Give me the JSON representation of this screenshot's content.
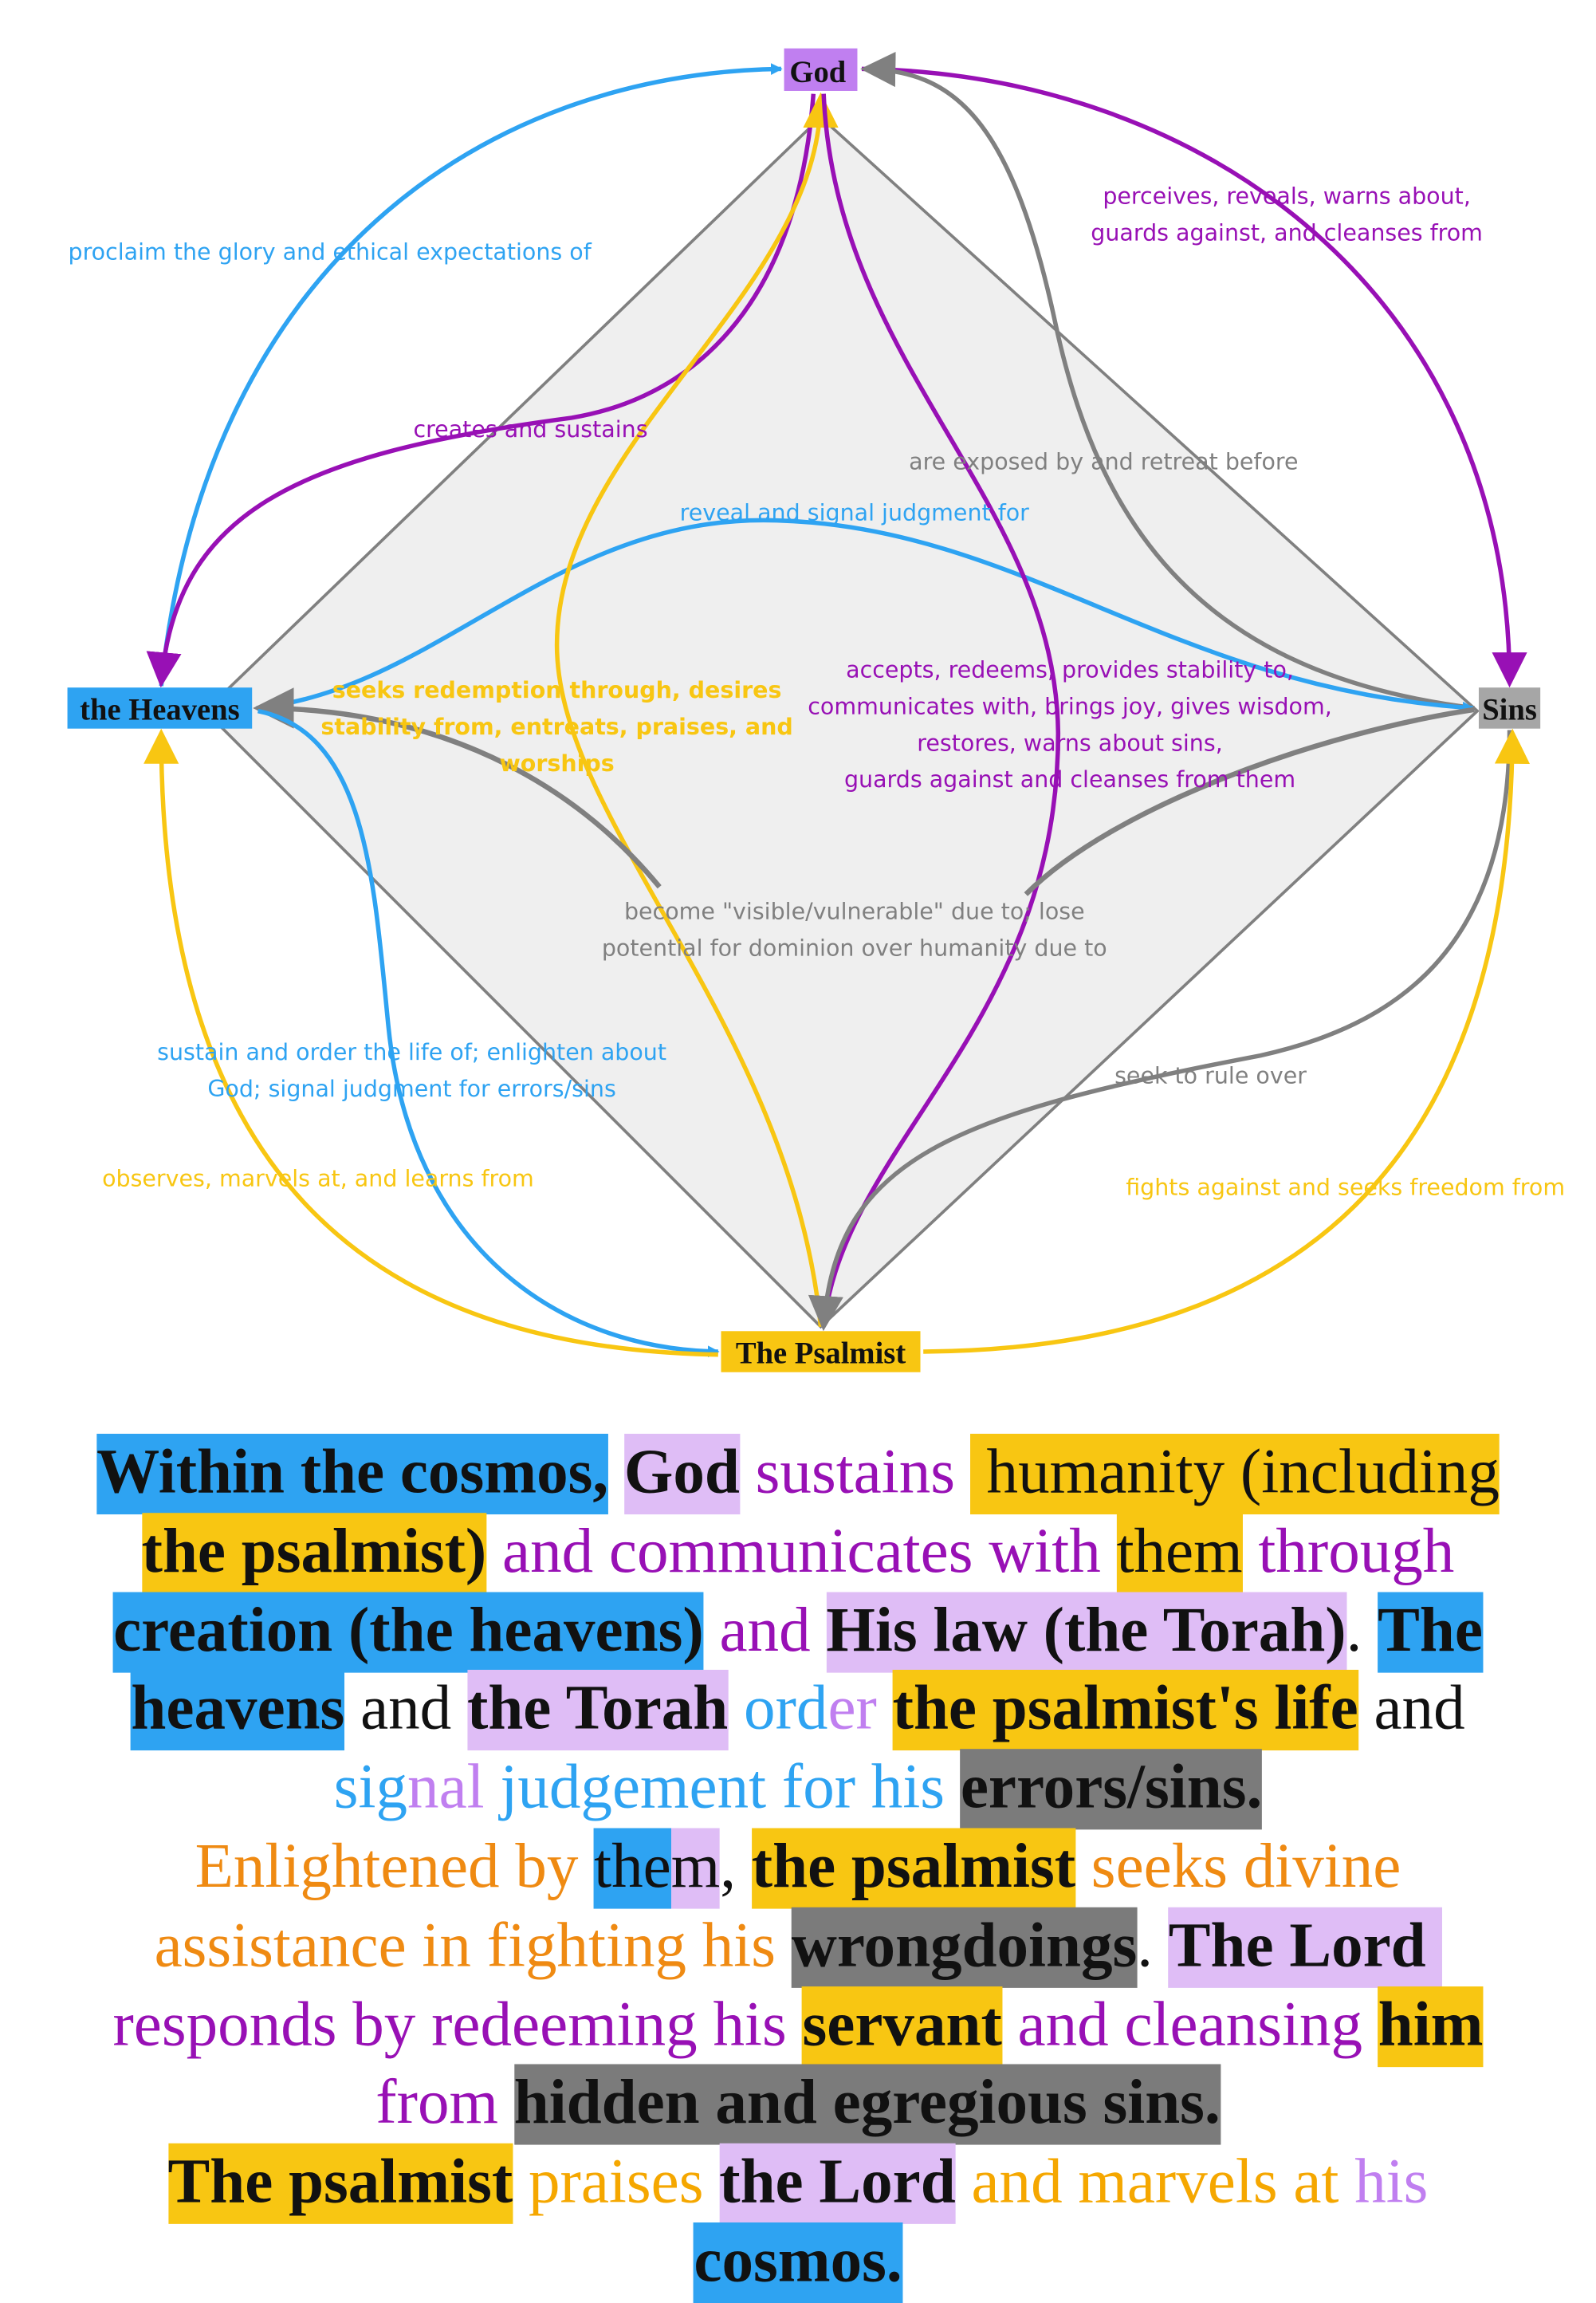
{
  "colors": {
    "blue": "#2ea3f2",
    "purple": "#9810b5",
    "lavender": "#dfbdf6",
    "yellow": "#f8c612",
    "grey": "#7b7b7b",
    "orange": "#ef8a12",
    "gold": "#f5a700",
    "lilac": "#c07ff0",
    "light_grey_fill": "#efefef",
    "edge_grey": "#808080"
  },
  "nodes": {
    "god": "God",
    "heavens": "the Heavens",
    "sins": "Sins",
    "psalmist": "The Psalmist"
  },
  "edges": {
    "heavens_god": "proclaim the glory and ethical expectations of",
    "god_sins": [
      "perceives, reveals, warns about,",
      "guards against, and cleanses from"
    ],
    "sins_god": "are exposed by and retreat before",
    "god_heavens": "creates and sustains",
    "heavens_sins": "reveal and signal judgment for",
    "psalmist_god": [
      "seeks redemption through, desires",
      "stability from, entreats, praises, and",
      "worships"
    ],
    "god_psalmist": [
      "accepts, redeems, provides stability to,",
      "communicates with, brings joy, gives wisdom,",
      "restores, warns about sins,",
      "guards against and cleanses from them"
    ],
    "sins_heavens": [
      "become \"visible/vulnerable\" due to; lose",
      "potential for dominion over humanity due to"
    ],
    "heavens_psalmist": [
      "sustain and order the life of; enlighten about",
      "God; signal judgment for errors/sins"
    ],
    "psalmist_heavens": "observes, marvels at, and learns from",
    "sins_psalmist": "seek to rule over",
    "psalmist_sins": "fights against and seeks freedom from"
  },
  "summary": [
    [
      {
        "t": "Within the cosmos,",
        "bg": "#2ea3f2",
        "b": 1
      },
      {
        "t": " "
      },
      {
        "t": "God",
        "bg": "#dfbdf6",
        "b": 1
      },
      {
        "t": " sustains ",
        "c": "#9810b5"
      },
      {
        "t": " humanity (including",
        "bg": "#f8c612"
      }
    ],
    [
      {
        "t": "the psalmist)",
        "bg": "#f8c612",
        "b": 1
      },
      {
        "t": " and communicates with ",
        "c": "#9810b5"
      },
      {
        "t": "them",
        "bg": "#f8c612"
      },
      {
        "t": " through",
        "c": "#9810b5"
      }
    ],
    [
      {
        "t": "creation (the heavens)",
        "bg": "#2ea3f2",
        "b": 1
      },
      {
        "t": " and ",
        "c": "#9810b5"
      },
      {
        "t": "His law (the Torah)",
        "bg": "#dfbdf6",
        "b": 1
      },
      {
        "t": ". "
      },
      {
        "t": "The",
        "bg": "#2ea3f2",
        "b": 1
      }
    ],
    [
      {
        "t": "heavens",
        "bg": "#2ea3f2",
        "b": 1
      },
      {
        "t": " and "
      },
      {
        "t": "the Torah",
        "bg": "#dfbdf6",
        "b": 1
      },
      {
        "t": " ord",
        "c": "#2ea3f2"
      },
      {
        "t": "er ",
        "c": "#c07ff0"
      },
      {
        "t": "the psalmist's life",
        "bg": "#f8c612",
        "b": 1
      },
      {
        "t": " and"
      }
    ],
    [
      {
        "t": "sig",
        "c": "#2ea3f2"
      },
      {
        "t": "nal",
        "c": "#c07ff0"
      },
      {
        "t": " judgement for his ",
        "c": "#2ea3f2"
      },
      {
        "t": "errors/sins.",
        "bg": "#7b7b7b",
        "b": 1
      }
    ],
    [
      {
        "t": "Enlightened by ",
        "c": "#ef8a12"
      },
      {
        "t": "the",
        "bg": "#2ea3f2"
      },
      {
        "t": "m",
        "bg": "#dfbdf6"
      },
      {
        "t": ", "
      },
      {
        "t": "the psalmist",
        "bg": "#f8c612",
        "b": 1
      },
      {
        "t": " seeks divine",
        "c": "#ef8a12"
      }
    ],
    [
      {
        "t": "assistance in fighting his ",
        "c": "#ef8a12"
      },
      {
        "t": "wrongdoings",
        "bg": "#7b7b7b",
        "b": 1
      },
      {
        "t": ". "
      },
      {
        "t": "The Lord ",
        "bg": "#dfbdf6",
        "b": 1
      }
    ],
    [
      {
        "t": "responds by redeeming his ",
        "c": "#9810b5"
      },
      {
        "t": "servant",
        "bg": "#f8c612",
        "b": 1
      },
      {
        "t": " and cleansing ",
        "c": "#9810b5"
      },
      {
        "t": "him",
        "bg": "#f8c612",
        "b": 1
      }
    ],
    [
      {
        "t": "from ",
        "c": "#9810b5"
      },
      {
        "t": "hidden and egregious sins.",
        "bg": "#7b7b7b",
        "b": 1
      }
    ],
    [
      {
        "t": "The psalmist",
        "bg": "#f8c612",
        "b": 1
      },
      {
        "t": " praises ",
        "c": "#f5a700"
      },
      {
        "t": "the Lord",
        "bg": "#dfbdf6",
        "b": 1
      },
      {
        "t": " and marvels at ",
        "c": "#f5a700"
      },
      {
        "t": "his",
        "c": "#c07ff0"
      }
    ],
    [
      {
        "t": "cosmos.",
        "bg": "#2ea3f2",
        "b": 1
      }
    ]
  ]
}
